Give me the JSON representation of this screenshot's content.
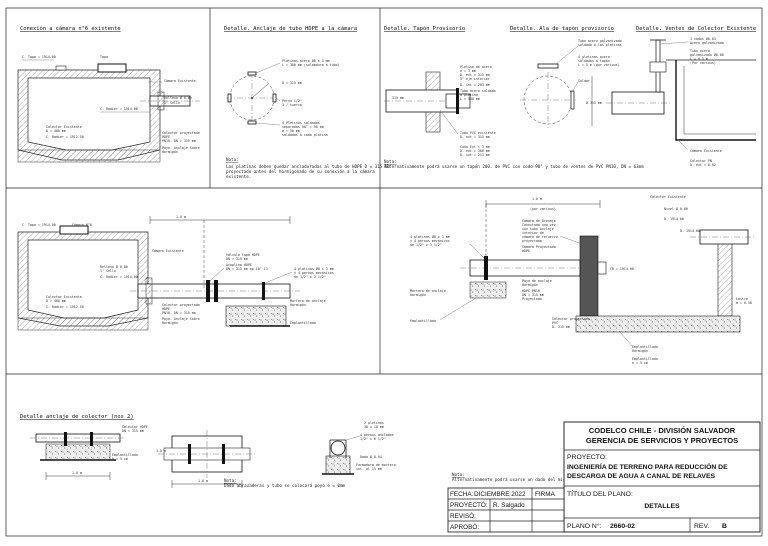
{
  "titles": {
    "p1": "Conexión a cámara n°6 existente",
    "p2": "Detalle. Anclaje de tubo HDPE a la cámara",
    "p3a": "Detalle. Tapón Provisorio",
    "p3b": "Detalle. Ala de tapón provisorio",
    "p3c": "Detalle. Ventes de Colector Existente",
    "p8": "Detalle anclaje de colector (nos 2)"
  },
  "p1": {
    "tapa": "C. Tapa = 1914.00",
    "tapa_word": "Tapa",
    "camara": "Cámara Existente",
    "relleno": "Relleno Ø 0.80",
    "sello": "1° Sello",
    "radier": "C. Radier = 1914.00",
    "colector": "Colector Existente",
    "colector_d": "D = 400 mm",
    "colector_prop": "Colector proyectado",
    "colector_prop_s": "HDPE",
    "colector_prop_d": "PN10. DN = 315 mm",
    "radier_bot": "C. Radier = 1912.50",
    "poyo": "Poyo. Anclaje Sobre",
    "poyo_s": "Hormigón"
  },
  "p2": {
    "l1": "Platinas acero Ø8 x 3 mm",
    "l1b": "L = 300 mm (soldadura a tubo)",
    "l2": "D = 315 mm",
    "l3": "Perno 1/2\"",
    "l3b": "3 / tuerca",
    "l4": "4 Pletinas soldadas",
    "l4b": "separadas 90° = 90 mm",
    "l4c": "e = 50 mm",
    "l4d": "soldadas a cada platina",
    "note_h": "Nota:",
    "note1": "Las platinas deben quedar ancladuradas al tubo de HDPE D = 315 mm",
    "note2": "proyectado antes del hormigonado de su conexión a la cámara",
    "note3": "existente."
  },
  "p3": {
    "l1": "Pletina de acero",
    "l1b": "e = 3 mm",
    "l1c": "D. ext = 315 mm",
    "l1d": "5° eje interior",
    "l2": "D. int = 203 mm",
    "l3": "Tubo acero soldado",
    "l3b": "a pletina",
    "l3c": "L = 500 mm",
    "l4": "Tubo PVC existente",
    "l4b": "D. ext = 315 mm",
    "l5": "Cuña Ext = 3 mm",
    "l5b": "D. ext = 300 mm",
    "l5c": "D. int = 213 mm",
    "dim": "315 mm",
    "b1": "Tubo acero galvanizado",
    "b1b": "soldado a las platinas",
    "b2": "4 pletinas acero",
    "b2b": "soldadas a tapón",
    "b2c": "L = 5 m (por various)",
    "b3": "Soldar",
    "bdim": "Ø 315 mm",
    "c1": "3 codos Ø0.03",
    "c1b": "Acero galvanizado",
    "c2": "Tubo acero",
    "c2b": "galvanizado Ø0.08",
    "c2c": "L = 0.5 m",
    "c2d": "(Por various)",
    "c3": "Cámara Existente",
    "c4": "Colector PN",
    "c4b": "D. ext = 0.02",
    "note_h": "Nota:",
    "note1": "Alternativamente podrá usarse un tapón 200. de PVC con codo 90° y tubo de ventes de PVC PN10, DN = 63mm"
  },
  "p4": {
    "tapa": "C. Tapa = 1914.00",
    "camara_n": "Cámara N°6",
    "dim": "1.0 m",
    "camara": "Cámara Existente",
    "relleno": "Relleno Ø 0.80",
    "sello": "1° Sello",
    "radier": "C. Radier = 1914.00",
    "valv1": "Válvula tapa HDPE",
    "valv1b": "DN = 315 mm",
    "valv2": "Acoplina HDPE",
    "valv2b": "DN = 315 mm ep 10° 13",
    "plat": "4 platinas Ø8 x 3 mm",
    "platb": "y 4 pernos mecánicos",
    "platc": "de 1/2\" x 3 1/2\"",
    "colector": "Colector Existente",
    "colector_d": "D = 400 mm",
    "radier_bot": "C. Radier = 1912.50",
    "colector_prop": "Colector proyectado",
    "colector_prop_s": "HDPE",
    "colector_prop_d": "PN10. DN = 315 mm",
    "poyo": "Poyo. Anclaje Sobre",
    "poyo_s": "Hormigón",
    "mortero": "Mortero de anclaje",
    "mortero_s": "Hormigón",
    "emplant": "Emplantillado"
  },
  "p5": {
    "dim": "1.0 m",
    "dim2": "(por various)",
    "a1": "Cámara de Drenaje",
    "a1b": "Conectada una vez",
    "a1c": "con tubo Anclaje",
    "a1d": "interior de",
    "a1e": "cámara de refuerzo",
    "a1f": "proyectada",
    "a2": "Cámara Proyectada",
    "a2b": "HDPE",
    "pl": "4 platinas Ø8 x 3 mm",
    "plb": "y 4 pernos mecánicos",
    "plc": "de 1/2\" x 3 1/2\"",
    "mortero": "Mortero de anclaje",
    "mortero_s": "Hormigón",
    "emplant": "Emplantillado",
    "poyo": "Poyo de anclaje",
    "poyo_s": "Hormigón",
    "hdpe": "HDPE PN10",
    "hdpe_b": "DN = 315 mm",
    "hdpe_c": "Proyectado",
    "col_exist": "Colector Existente",
    "col_nivel": "Nivel Ø 0.80",
    "col_b": "D. 1914.00",
    "col_c": "D. 1914.00",
    "cota": "CR = 1914.00",
    "lastra": "Lastre",
    "lastra_b": "m = 0.50",
    "col_prop": "Colector proyectado",
    "col_prop_s": "PVC",
    "col_prop_d": "D. 315 mm",
    "emp1": "Emplantillado",
    "emp1b": "Hormigón",
    "emp2": "Emplantillado",
    "emp2b": "e = 5 cm"
  },
  "p8": {
    "f1": "Colector HDPE",
    "f1b": "DN = 315 mm",
    "f2": "Emplantillado",
    "f2b": "H = 5 cm",
    "f1dim": "1.0 m",
    "f2dim": "1.0 m",
    "f2side": "1.0 m",
    "f3a": "2 pletinas",
    "f3ab": "38 x 10 mm",
    "f3b": "4 pernos anclados",
    "f3bb": "1/2\" x 6 1/2\"",
    "f3c": "Dado Ø 0.04",
    "f3d": "Formadora de mortero",
    "f3db": "int. al 15 mm",
    "note_h": "Nota:",
    "note1": "Alternativamente podrá usarse un dado del mismo anclaje, embebido en el muro",
    "note2": "Nota:",
    "note3": "Dado abrazaderas y tubo se colocará poyo e = 0mm"
  },
  "title_block": {
    "company": "CODELCO CHILE - DIVISIÓN SALVADOR",
    "department": "GERENCIA DE SERVICIOS Y PROYECTOS",
    "project_label": "PROYECTO:",
    "project_name_1": "INGENIERÍA DE TERRENO PARA REDUCCIÓN DE",
    "project_name_2": "DESCARGA DE AGUA A CANAL DE RELAVES",
    "plan_title_label": "TÍTULO DEL PLANO:",
    "plan_title": "DETALLES",
    "plan_no_label": "PLANO N°:",
    "plan_no": "2660-02",
    "rev_label": "REV.",
    "rev": "B",
    "fecha_label": "FECHA:",
    "fecha": "DICIEMBRE 2022",
    "firma_label": "FIRMA",
    "proyecto_label": "PROYECTÓ:",
    "proyecto": "R. Salgado",
    "reviso_label": "REVISÓ:",
    "aprobo_label": "APROBÓ:"
  }
}
